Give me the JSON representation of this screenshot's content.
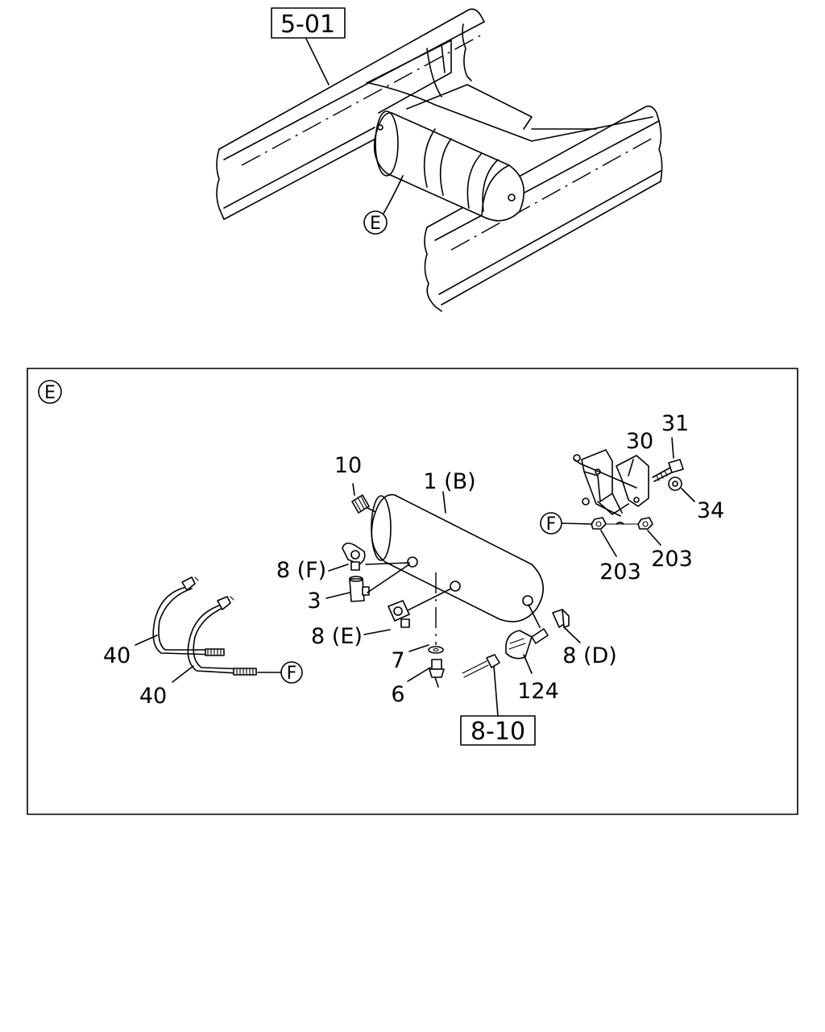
{
  "top_view": {
    "reference_box": "5-01",
    "callout": "E"
  },
  "detail_panel": {
    "section_marker": "E",
    "reference_box": "8-10",
    "parts": {
      "p10": "10",
      "p1b": "1 (B)",
      "p8f": "8 (F)",
      "p3": "3",
      "p8e": "8 (E)",
      "p7": "7",
      "p6": "6",
      "p124": "124",
      "p8d": "8 (D)",
      "p30": "30",
      "p31": "31",
      "p34": "34",
      "p203a": "203",
      "p203b": "203",
      "p40a": "40",
      "p40b": "40"
    },
    "f_marker_bracket": "F",
    "f_marker_strap": "F"
  }
}
